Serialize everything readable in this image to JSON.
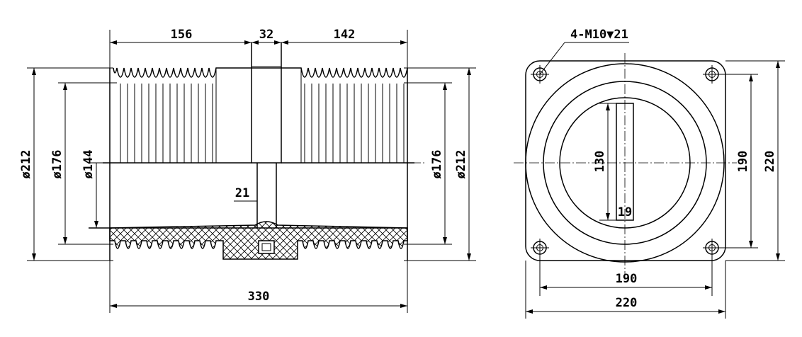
{
  "side_view": {
    "dims": {
      "top_left_width": "156",
      "top_mid_width": "32",
      "top_right_width": "142",
      "overall_length": "330",
      "center_wall": "21",
      "left_outer_dia": "ø212",
      "left_mid_dia": "ø176",
      "left_inner_dia": "ø144",
      "right_mid_dia": "ø176",
      "right_outer_dia": "ø212"
    }
  },
  "front_view": {
    "thread_callout": "4-M10▼21",
    "dims": {
      "slot_height": "130",
      "slot_width": "19",
      "hole_spacing_h": "190",
      "flange_width": "220",
      "hole_spacing_v": "190",
      "flange_height": "220"
    }
  },
  "colors": {
    "line": "#000000",
    "background": "#ffffff"
  }
}
